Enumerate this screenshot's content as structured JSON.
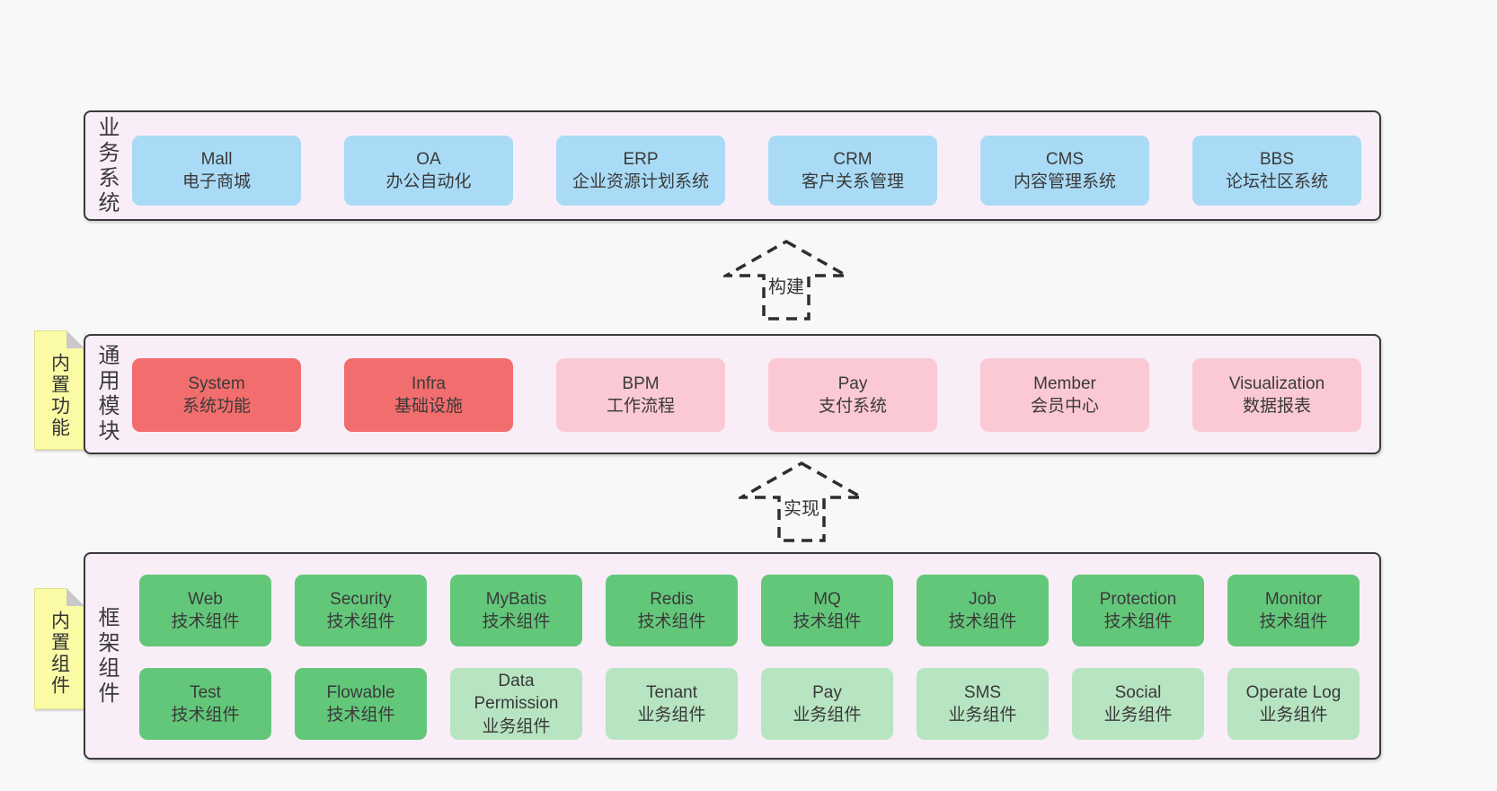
{
  "colors": {
    "page": "#f8f8f8",
    "panel": "#f9eef7",
    "ink": "#3a3a3a",
    "blue": "#a9dbf6",
    "red": "#f26d6d",
    "pink": "#fbc9d3",
    "green": "#63c77a",
    "green-light": "#b7e4c1",
    "note": "#fbfba6",
    "fold": "#c9c9c9"
  },
  "arrows": [
    {
      "label": "构建"
    },
    {
      "label": "实现"
    }
  ],
  "sections": {
    "business": {
      "label": "业务系统",
      "items": [
        {
          "name": "Mall",
          "desc": "电子商城",
          "variant": "blue"
        },
        {
          "name": "OA",
          "desc": "办公自动化",
          "variant": "blue"
        },
        {
          "name": "ERP",
          "desc": "企业资源计划系统",
          "variant": "blue"
        },
        {
          "name": "CRM",
          "desc": "客户关系管理",
          "variant": "blue"
        },
        {
          "name": "CMS",
          "desc": "内容管理系统",
          "variant": "blue"
        },
        {
          "name": "BBS",
          "desc": "论坛社区系统",
          "variant": "blue"
        }
      ]
    },
    "modules": {
      "label": "通用模块",
      "note": "内置功能",
      "items": [
        {
          "name": "System",
          "desc": "系统功能",
          "variant": "red"
        },
        {
          "name": "Infra",
          "desc": "基础设施",
          "variant": "red"
        },
        {
          "name": "BPM",
          "desc": "工作流程",
          "variant": "pink"
        },
        {
          "name": "Pay",
          "desc": "支付系统",
          "variant": "pink"
        },
        {
          "name": "Member",
          "desc": "会员中心",
          "variant": "pink"
        },
        {
          "name": "Visualization",
          "desc": "数据报表",
          "variant": "pink"
        }
      ]
    },
    "components": {
      "label": "框架组件",
      "note": "内置组件",
      "rows": [
        {
          "items": [
            {
              "name": "Web",
              "desc": "技术组件",
              "variant": "green"
            },
            {
              "name": "Security",
              "desc": "技术组件",
              "variant": "green"
            },
            {
              "name": "MyBatis",
              "desc": "技术组件",
              "variant": "green"
            },
            {
              "name": "Redis",
              "desc": "技术组件",
              "variant": "green"
            },
            {
              "name": "MQ",
              "desc": "技术组件",
              "variant": "green"
            },
            {
              "name": "Job",
              "desc": "技术组件",
              "variant": "green"
            },
            {
              "name": "Protection",
              "desc": "技术组件",
              "variant": "green"
            },
            {
              "name": "Monitor",
              "desc": "技术组件",
              "variant": "green"
            }
          ]
        },
        {
          "items": [
            {
              "name": "Test",
              "desc": "技术组件",
              "variant": "green"
            },
            {
              "name": "Flowable",
              "desc": "技术组件",
              "variant": "green"
            },
            {
              "name": "Data Permission",
              "desc": "业务组件",
              "variant": "green-light"
            },
            {
              "name": "Tenant",
              "desc": "业务组件",
              "variant": "green-light"
            },
            {
              "name": "Pay",
              "desc": "业务组件",
              "variant": "green-light"
            },
            {
              "name": "SMS",
              "desc": "业务组件",
              "variant": "green-light"
            },
            {
              "name": "Social",
              "desc": "业务组件",
              "variant": "green-light"
            },
            {
              "name": "Operate Log",
              "desc": "业务组件",
              "variant": "green-light"
            }
          ]
        }
      ]
    }
  }
}
